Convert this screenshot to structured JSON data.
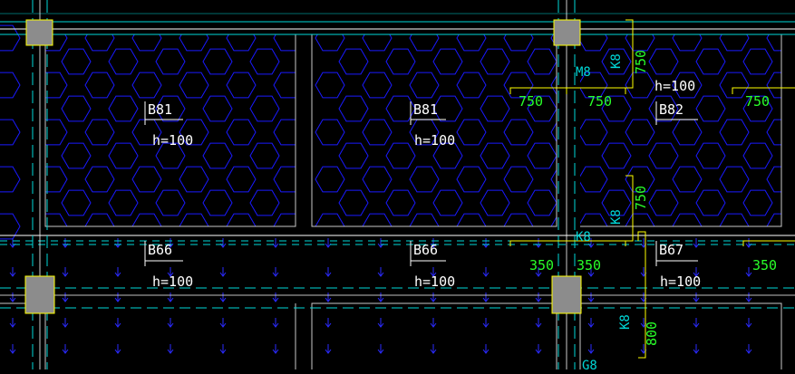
{
  "colors": {
    "background": "#000000",
    "beam_line": "#00d7d7",
    "slab_edge": "#c8c8c8",
    "hex_fill": "#1a1aff",
    "arrow": "#2a2aff",
    "label_white": "#ffffff",
    "rebar_green": "#29ff29",
    "callout_yellow": "#ffff00",
    "column_fill": "#8c8c8c"
  },
  "slabs": [
    {
      "name": "B81",
      "thickness": "h=100",
      "pattern": "hexagon"
    },
    {
      "name": "B81",
      "thickness": "h=100",
      "pattern": "hexagon"
    },
    {
      "name": "B82",
      "thickness": "h=100",
      "pattern": "hexagon"
    },
    {
      "name": "B66",
      "thickness": "h=100",
      "pattern": "arrow"
    },
    {
      "name": "B66",
      "thickness": "h=100",
      "pattern": "arrow"
    },
    {
      "name": "B67",
      "thickness": "h=100",
      "pattern": "arrow"
    }
  ],
  "rebar_labels": {
    "top_left_span": "750",
    "top_right_span": "750",
    "top_far_right": "750",
    "vertical_upper": "750",
    "vertical_middle": "750",
    "vertical_lower": "800",
    "bottom_left_span": "350",
    "bottom_right_span": "350",
    "bottom_far_right": "350"
  },
  "bar_marks": {
    "m8_upper": "M8",
    "k8_upper": "K8",
    "k8_middle": "K8",
    "k8_small": "K8",
    "k8_lower": "K8",
    "g8_bottom": "G8"
  }
}
